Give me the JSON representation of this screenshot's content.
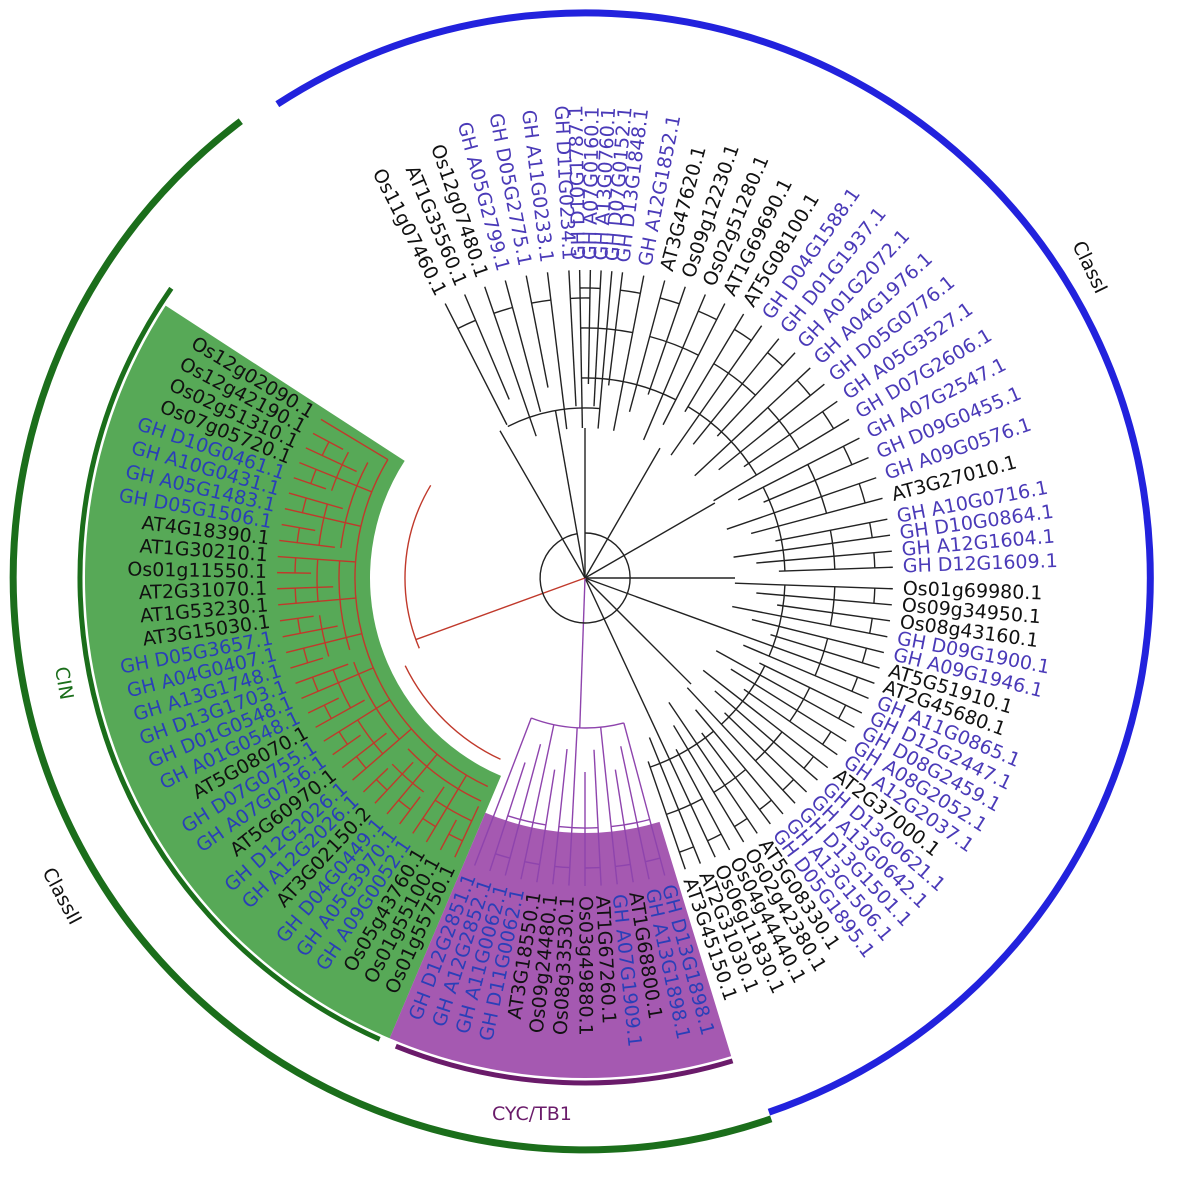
{
  "colors": {
    "classI": "#2222dd",
    "classII": "#1b6e1b",
    "cin_branch": "#c0392b",
    "cin_fill": "#3a9a3a",
    "cyc_branch": "#8e44ad",
    "cyc_fill": "#8e2f9e",
    "cyc_arc": "#6a1b6a",
    "ghLabel": "#2a3fb8",
    "ghLabelClassI": "#4a3ab8",
    "otherLabel": "#111111"
  },
  "labels": {
    "classI": "ClassI",
    "classII": "ClassII",
    "cin": "CIN",
    "cyc": "CYC/TB1"
  },
  "leaves": [
    {
      "name": "GH D10G1787.1",
      "group": "classI",
      "angle": -91
    },
    {
      "name": "GH A13G0760.1",
      "group": "classI",
      "angle": -87
    },
    {
      "name": "GH D13G1848.1",
      "group": "classI",
      "angle": -83
    },
    {
      "name": "GH A12G1852.1",
      "group": "classI",
      "angle": -79
    },
    {
      "name": "AT3G47620.1",
      "group": "classI",
      "angle": -75
    },
    {
      "name": "Os09g12230.1",
      "group": "classI",
      "angle": -71
    },
    {
      "name": "Os02g51280.1",
      "group": "classI",
      "angle": -67
    },
    {
      "name": "AT1G69690.1",
      "group": "classI",
      "angle": -63
    },
    {
      "name": "AT5G08100.1",
      "group": "classI",
      "angle": -59
    },
    {
      "name": "GH D04G1588.1",
      "group": "classI",
      "angle": -55
    },
    {
      "name": "GH D01G1937.1",
      "group": "classI",
      "angle": -51
    },
    {
      "name": "GH A01G2072.1",
      "group": "classI",
      "angle": -47
    },
    {
      "name": "GH A04G1976.1",
      "group": "classI",
      "angle": -43
    },
    {
      "name": "GH D05G0776.1",
      "group": "classI",
      "angle": -39
    },
    {
      "name": "GH A05G3527.1",
      "group": "classI",
      "angle": -35
    },
    {
      "name": "GH D07G2606.1",
      "group": "classI",
      "angle": -31
    },
    {
      "name": "GH A07G2547.1",
      "group": "classI",
      "angle": -27
    },
    {
      "name": "GH D09G0455.1",
      "group": "classI",
      "angle": -23
    },
    {
      "name": "GH A09G0576.1",
      "group": "classI",
      "angle": -19
    },
    {
      "name": "AT3G27010.1",
      "group": "classI",
      "angle": -15
    },
    {
      "name": "GH A10G0716.1",
      "group": "classI",
      "angle": -11
    },
    {
      "name": "GH D10G0864.1",
      "group": "classI",
      "angle": -8
    },
    {
      "name": "GH A12G1604.1",
      "group": "classI",
      "angle": -5
    },
    {
      "name": "GH D12G1609.1",
      "group": "classI",
      "angle": -2
    },
    {
      "name": "Os01g69980.1",
      "group": "classI",
      "angle": 2
    },
    {
      "name": "Os09g34950.1",
      "group": "classI",
      "angle": 5
    },
    {
      "name": "Os08g43160.1",
      "group": "classI",
      "angle": 8
    },
    {
      "name": "GH D09G1900.1",
      "group": "classI",
      "angle": 11
    },
    {
      "name": "GH A09G1946.1",
      "group": "classI",
      "angle": 14
    },
    {
      "name": "AT5G51910.1",
      "group": "classI",
      "angle": 17
    },
    {
      "name": "AT2G45680.1",
      "group": "classI",
      "angle": 20
    },
    {
      "name": "GH A11G0865.1",
      "group": "classI",
      "angle": 23
    },
    {
      "name": "GH D12G2447.1",
      "group": "classI",
      "angle": 26
    },
    {
      "name": "GH D08G2459.1",
      "group": "classI",
      "angle": 29
    },
    {
      "name": "GH A08G2052.1",
      "group": "classI",
      "angle": 32
    },
    {
      "name": "GH A12G2037.1",
      "group": "classI",
      "angle": 35
    },
    {
      "name": "AT2G37000.1",
      "group": "classI",
      "angle": 38
    },
    {
      "name": "GH D13G0621.1",
      "group": "classI",
      "angle": 41
    },
    {
      "name": "GH A13G0642.1",
      "group": "classI",
      "angle": 44
    },
    {
      "name": "GH D13G1501.1",
      "group": "classI",
      "angle": 47
    },
    {
      "name": "GH A13G1506.1",
      "group": "classI",
      "angle": 50
    },
    {
      "name": "GH D05G1895.1",
      "group": "classI",
      "angle": 53
    },
    {
      "name": "AT5G08330.1",
      "group": "classI",
      "angle": 56
    },
    {
      "name": "Os02g42380.1",
      "group": "classI",
      "angle": 59
    },
    {
      "name": "Os04g44440.1",
      "group": "classI",
      "angle": 62
    },
    {
      "name": "Os06g11830.1",
      "group": "classI",
      "angle": 65
    },
    {
      "name": "AT2G31030.1",
      "group": "classI",
      "angle": 68
    },
    {
      "name": "AT3G45150.1",
      "group": "classI",
      "angle": 71
    },
    {
      "name": "GH D13G1898.1",
      "group": "cyc",
      "angle": 75
    },
    {
      "name": "GH A13G1898.1",
      "group": "cyc",
      "angle": 78
    },
    {
      "name": "AT1G68800.1",
      "group": "cyc",
      "angle": 81
    },
    {
      "name": "GH A07G1909.1",
      "group": "cyc",
      "angle": 84
    },
    {
      "name": "AT1G67260.1",
      "group": "cyc",
      "angle": 87
    },
    {
      "name": "Os03g49880.1",
      "group": "cyc",
      "angle": 90
    },
    {
      "name": "Os08g33530.1",
      "group": "cyc",
      "angle": 93
    },
    {
      "name": "Os09g24480.1",
      "group": "cyc",
      "angle": 96
    },
    {
      "name": "AT3G18550.1",
      "group": "cyc",
      "angle": 99
    },
    {
      "name": "GH D11G0062.1",
      "group": "cyc",
      "angle": 102
    },
    {
      "name": "GH A11G0062.1",
      "group": "cyc",
      "angle": 105
    },
    {
      "name": "GH A12G2852.1",
      "group": "cyc",
      "angle": 108
    },
    {
      "name": "GH D12G2851.1",
      "group": "cyc",
      "angle": 111
    },
    {
      "name": "Os01g55750.1",
      "group": "cin",
      "angle": 115
    },
    {
      "name": "Os01g55100.1",
      "group": "cin",
      "angle": 118
    },
    {
      "name": "Os05g43760.1",
      "group": "cin",
      "angle": 121
    },
    {
      "name": "GH A09G0052.1",
      "group": "cin",
      "angle": 124
    },
    {
      "name": "GH A05G3970.1",
      "group": "cin",
      "angle": 127
    },
    {
      "name": "GH D04G0449.1",
      "group": "cin",
      "angle": 130
    },
    {
      "name": "AT3G02150.2",
      "group": "cin",
      "angle": 133
    },
    {
      "name": "GH A12G2026.1",
      "group": "cin",
      "angle": 136
    },
    {
      "name": "GH D12G2026.1",
      "group": "cin",
      "angle": 139
    },
    {
      "name": "AT5G60970.1",
      "group": "cin",
      "angle": 142
    },
    {
      "name": "GH A07G0756.1",
      "group": "cin",
      "angle": 145
    },
    {
      "name": "GH D07G0755.1",
      "group": "cin",
      "angle": 148
    },
    {
      "name": "AT5G08070.1",
      "group": "cin",
      "angle": 151
    },
    {
      "name": "GH A01G0548.1",
      "group": "cin",
      "angle": 154
    },
    {
      "name": "GH D01G0548.1",
      "group": "cin",
      "angle": 157
    },
    {
      "name": "GH D13G1703.1",
      "group": "cin",
      "angle": 160
    },
    {
      "name": "GH A13G1748.1",
      "group": "cin",
      "angle": 163
    },
    {
      "name": "GH A04G0407.1",
      "group": "cin",
      "angle": 166
    },
    {
      "name": "GH D05G3657.1",
      "group": "cin",
      "angle": 169
    },
    {
      "name": "AT3G15030.1",
      "group": "cin",
      "angle": 172
    },
    {
      "name": "AT1G53230.1",
      "group": "cin",
      "angle": 175
    },
    {
      "name": "AT2G31070.1",
      "group": "cin",
      "angle": 178
    },
    {
      "name": "Os01g11550.1",
      "group": "cin",
      "angle": 181
    },
    {
      "name": "AT1G30210.1",
      "group": "cin",
      "angle": 184
    },
    {
      "name": "AT4G18390.1",
      "group": "cin",
      "angle": 187
    },
    {
      "name": "GH D05G1506.1",
      "group": "cin",
      "angle": 190
    },
    {
      "name": "GH A05G1483.1",
      "group": "cin",
      "angle": 193
    },
    {
      "name": "GH A10G0431.1",
      "group": "cin",
      "angle": 196
    },
    {
      "name": "GH D10G0461.1",
      "group": "cin",
      "angle": 199
    },
    {
      "name": "Os07g05720.1",
      "group": "cin",
      "angle": 202
    },
    {
      "name": "Os02g51310.1",
      "group": "cin",
      "angle": 205
    },
    {
      "name": "Os12g42190.1",
      "group": "cin",
      "angle": 208
    },
    {
      "name": "Os12g02090.1",
      "group": "cin",
      "angle": 211
    },
    {
      "name": "Os11g07460.1",
      "group": "classI",
      "angle": 243
    },
    {
      "name": "AT1G35560.1",
      "group": "classI",
      "angle": 247
    },
    {
      "name": "Os12g07480.1",
      "group": "classI",
      "angle": 251
    },
    {
      "name": "GH A05G2799.1",
      "group": "classI",
      "angle": 255
    },
    {
      "name": "GH D05G2775.1",
      "group": "classI",
      "angle": 259
    },
    {
      "name": "GH A11G0233.1",
      "group": "classI",
      "angle": 263
    },
    {
      "name": "GH D11G0234.1",
      "group": "classI",
      "angle": 267
    },
    {
      "name": "GH A07G0160.1",
      "group": "classI",
      "angle": 271
    },
    {
      "name": "GH D07G0152.1",
      "group": "classI",
      "angle": 275
    }
  ]
}
